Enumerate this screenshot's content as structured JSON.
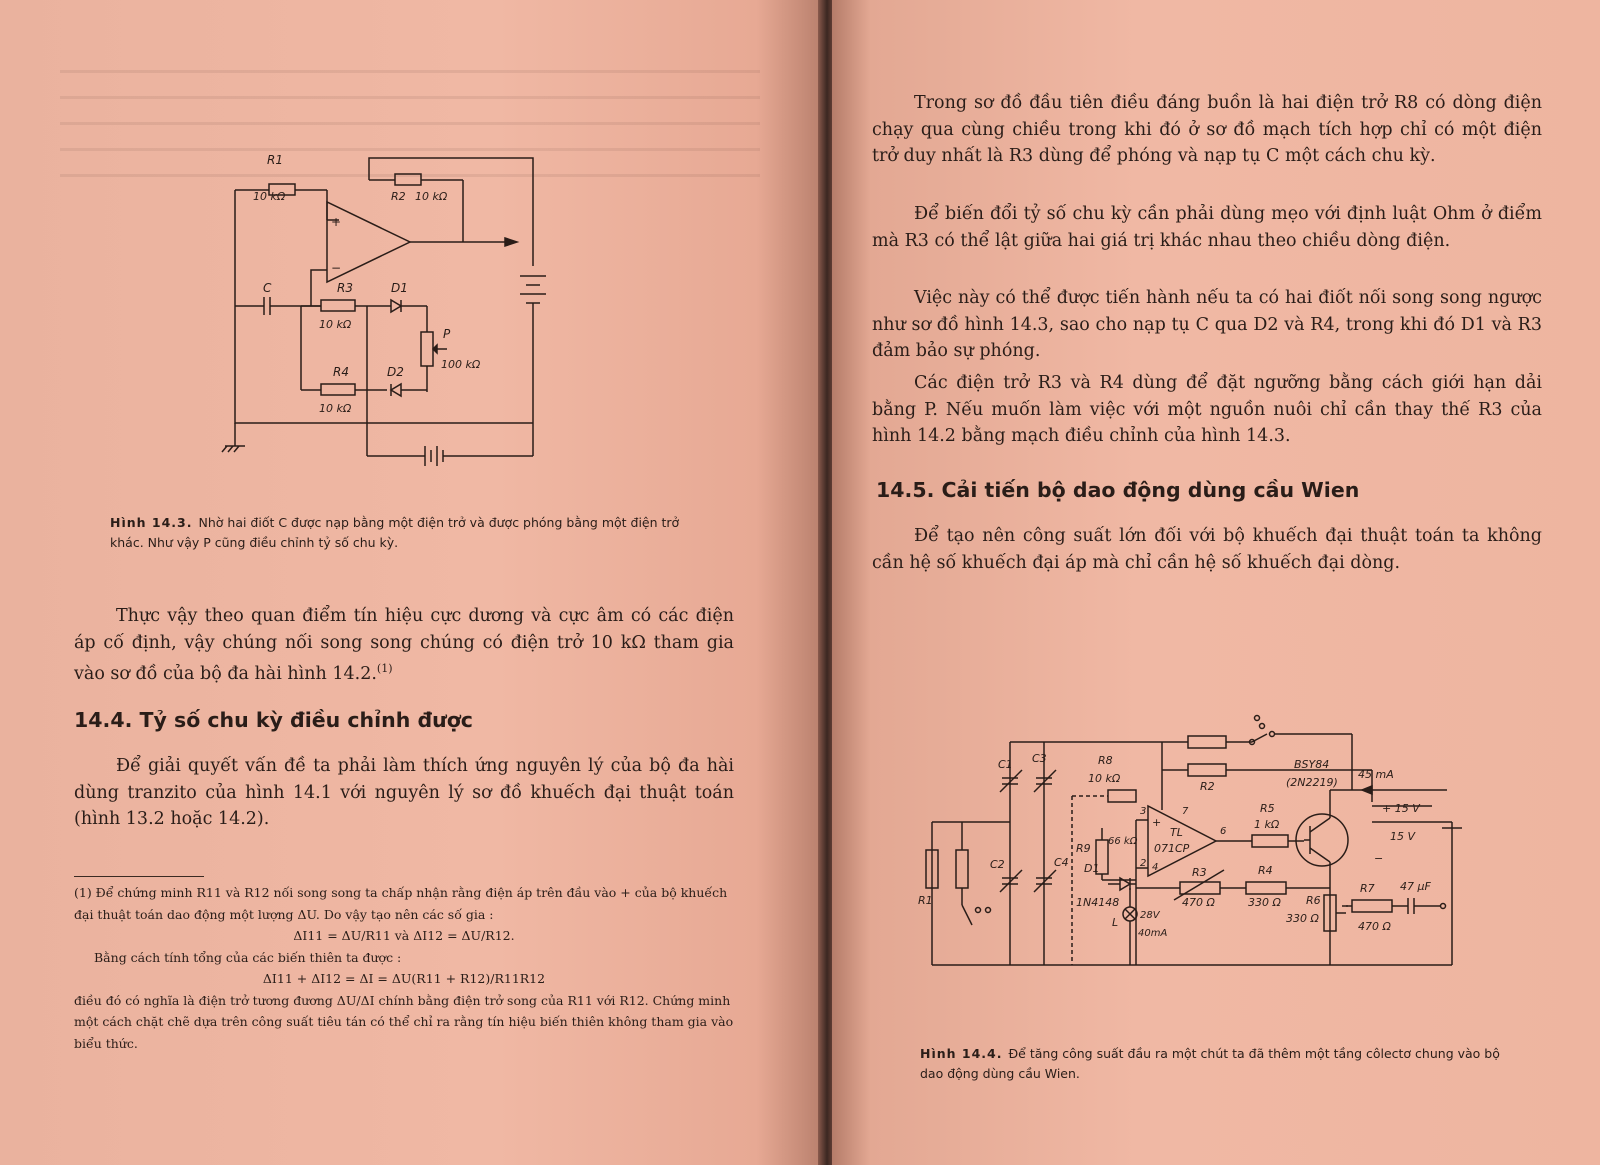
{
  "left": {
    "fig_14_3": {
      "labels": {
        "r1": "R1",
        "r1_val": "10 kΩ",
        "r2": "R2",
        "r2_val": "10 kΩ",
        "c": "C",
        "r3": "R3",
        "r3_val": "10 kΩ",
        "d1": "D1",
        "d2": "D2",
        "p": "P",
        "p_val": "100 kΩ",
        "r4": "R4",
        "r4_val": "10 kΩ",
        "plus": "+",
        "minus": "−"
      },
      "caption_label": "Hình 14.3.",
      "caption_text": "Nhờ hai điốt C được nạp bằng một điện trở và được phóng bằng một điện trở khác. Như vậy P cũng điều chỉnh tỷ số chu kỳ."
    },
    "para1": "Thực vậy theo quan điểm tín hiệu cực dương và cực âm có các điện áp cố định, vậy chúng nối song song chúng có điện trở 10 kΩ tham gia vào sơ đồ của bộ đa hài hình 14.2.",
    "para1_note": "(1)",
    "heading_14_4": "14.4. Tỷ số chu kỳ điều chỉnh được",
    "para2": "Để giải quyết vấn đề ta phải làm thích ứng nguyên lý của bộ đa hài dùng tranzito của hình 14.1 với nguyên lý sơ đồ khuếch đại thuật toán (hình 13.2 hoặc 14.2).",
    "footnote": {
      "l1": "(1) Để chứng minh R11 và R12 nối song song ta chấp nhận rằng điện áp trên đầu vào + của bộ khuếch đại thuật toán dao động một lượng ΔU. Do vậy tạo nên các số gia :",
      "eq1": "ΔI11 = ΔU/R11 và ΔI12 = ΔU/R12.",
      "l2": "Bằng cách tính tổng của các biến thiên ta được :",
      "eq2": "ΔI11 + ΔI12 = ΔI = ΔU(R11 + R12)/R11R12",
      "l3": "điều đó có nghĩa là điện trở tương đương ΔU/ΔI chính bằng điện trở song của R11 với R12. Chứng minh một cách chặt chẽ dựa trên công suất tiêu tán có thể chỉ ra rằng tín hiệu biến thiên không tham gia vào biểu thức."
    }
  },
  "right": {
    "para1": "Trong sơ đồ đầu tiên điều đáng buồn là hai điện trở R8 có dòng điện chạy qua cùng chiều trong khi đó ở sơ đồ mạch tích hợp chỉ có một điện trở duy nhất là R3 dùng để phóng và nạp tụ C một cách chu kỳ.",
    "para2": "Để biến đổi tỷ số chu kỳ cần phải dùng mẹo với định luật Ohm ở điểm mà R3 có thể lật giữa hai giá trị khác nhau theo chiều dòng điện.",
    "para3": "Việc này có thể được tiến hành nếu ta có hai điốt nối song song ngược như sơ đồ hình 14.3, sao cho nạp tụ C qua D2 và R4, trong khi đó D1 và R3 đảm bảo sự phóng.",
    "para4": "Các điện trở R3 và R4 dùng để đặt ngưỡng bằng cách giới hạn dải bằng P. Nếu muốn làm việc với một nguồn nuôi chỉ cần thay thế R3 của hình 14.2 bằng mạch điều chỉnh của hình 14.3.",
    "heading_14_5": "14.5. Cải tiến bộ dao động dùng cầu Wien",
    "para5": "Để tạo nên công suất lớn đối với bộ khuếch đại thuật toán ta không cần hệ số khuếch đại áp mà chỉ cần hệ số khuếch đại dòng.",
    "fig_14_4": {
      "labels": {
        "c1": "C1",
        "c3": "C3",
        "c2": "C2",
        "c4": "C4",
        "r8": "R8",
        "r8_val": "10 kΩ",
        "r2": "R2",
        "bsy84": "BSY84",
        "n2219": "(2N2219)",
        "ma45": "45 mA",
        "p15": "+ 15 V",
        "m15": "15 V",
        "plus": "+",
        "minus": "−",
        "pin3": "3",
        "pin7": "7",
        "pin6": "6",
        "pin2": "2",
        "pin4": "4",
        "tl": "TL",
        "tl071": "071CP",
        "r5": "R5",
        "r5_val": "1 kΩ",
        "r9": "R9",
        "r9_val": "66 kΩ",
        "d1": "D1",
        "n4148": "1N4148",
        "r3": "R3",
        "r3_val": "470 Ω",
        "r4": "R4",
        "r4_val": "330 Ω",
        "r6": "R6",
        "r6_val": "330 Ω",
        "r7": "R7",
        "r7_val": "470 Ω",
        "cap": "47 μF",
        "r1": "R1",
        "l": "L",
        "v28": "28V",
        "ma40": "40mA"
      },
      "caption_label": "Hình 14.4.",
      "caption_text": "Để tăng công suất đầu ra một chút ta đã thêm một tầng côlectơ chung vào bộ dao động dùng cầu Wien."
    }
  }
}
